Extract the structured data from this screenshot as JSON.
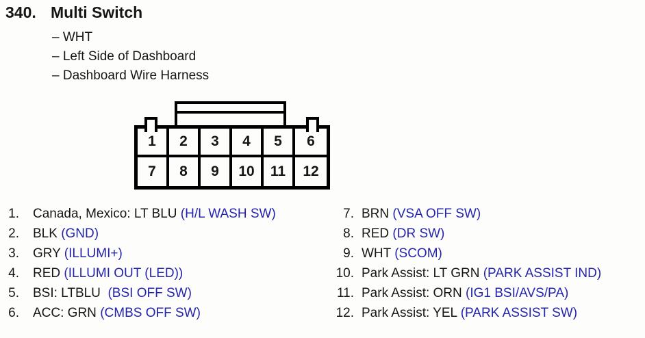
{
  "header": {
    "number": "340.",
    "title": "Multi Switch",
    "details": [
      "– WHT",
      "– Left Side of Dashboard",
      "– Dashboard Wire Harness"
    ]
  },
  "connector": {
    "cells": [
      "1",
      "2",
      "3",
      "4",
      "5",
      "6",
      "7",
      "8",
      "9",
      "10",
      "11",
      "12"
    ]
  },
  "pins": {
    "left": [
      {
        "num": "1.",
        "label": "Canada, Mexico: LT BLU",
        "signal": "(H/L WASH SW)"
      },
      {
        "num": "2.",
        "label": "BLK",
        "signal": "(GND)"
      },
      {
        "num": "3.",
        "label": "GRY",
        "signal": "(ILLUMI+)"
      },
      {
        "num": "4.",
        "label": "RED",
        "signal": "(ILLUMI OUT (LED))"
      },
      {
        "num": "5.",
        "label": "BSI: LTBLU ",
        "signal": "(BSI OFF SW)"
      },
      {
        "num": "6.",
        "label": "ACC: GRN",
        "signal": "(CMBS OFF SW)"
      }
    ],
    "right": [
      {
        "num": "7.",
        "label": "BRN",
        "signal": "(VSA OFF SW)"
      },
      {
        "num": "8.",
        "label": "RED",
        "signal": "(DR SW)"
      },
      {
        "num": "9.",
        "label": "WHT",
        "signal": "(SCOM)"
      },
      {
        "num": "10.",
        "label": "Park Assist: LT GRN",
        "signal": "(PARK ASSIST IND)"
      },
      {
        "num": "11.",
        "label": "Park Assist: ORN",
        "signal": "(IG1 BSI/AVS/PA)"
      },
      {
        "num": "12.",
        "label": "Park Assist: YEL",
        "signal": "(PARK ASSIST SW)"
      }
    ]
  },
  "colors": {
    "signal_blue": "#2424ad",
    "text_black": "#161616"
  }
}
